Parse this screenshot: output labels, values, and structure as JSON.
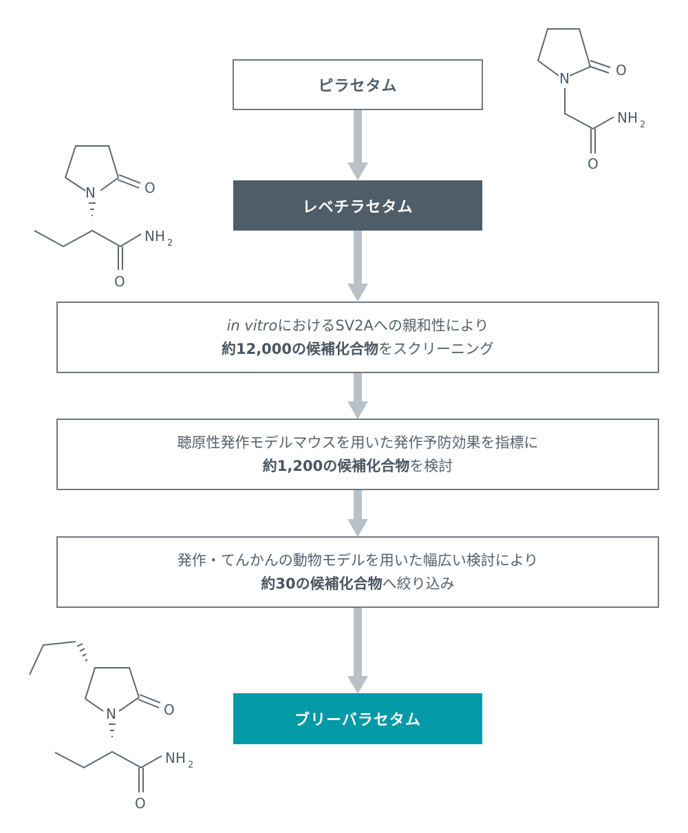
{
  "colors": {
    "outline_border": "#6f777d",
    "dark_box": "#4f5d69",
    "teal_box": "#039aa8",
    "arrow": "#b9c1c8",
    "text": "#4f5d68"
  },
  "steps": [
    {
      "label": "ピラセタム"
    },
    {
      "label": "レベチラセタム"
    },
    {
      "line1_italic": "in vitro",
      "line1_rest": "におけるSV2Aへの親和性により",
      "line2_bold": "約12,000の候補化合物",
      "line2_rest": "をスクリーニング"
    },
    {
      "line1_rest": "聴原性発作モデルマウスを用いた発作予防効果を指標に",
      "line2_bold": "約1,200の候補化合物",
      "line2_rest": "を検討"
    },
    {
      "line1_rest": "発作・てんかんの動物モデルを用いた幅広い検討により",
      "line2_bold": "約30の候補化合物",
      "line2_rest": "へ絞り込み"
    },
    {
      "label": "ブリーバラセタム"
    }
  ],
  "molecules": {
    "piracetam": {
      "atoms": {
        "n": "N",
        "o_ring": "O",
        "nh2": "NH",
        "nh2_sub": "2",
        "o_amide": "O"
      }
    },
    "levetiracetam": {
      "atoms": {
        "n": "N",
        "o_ring": "O",
        "nh2": "NH",
        "nh2_sub": "2",
        "o_amide": "O"
      }
    },
    "brivaracetam": {
      "atoms": {
        "n": "N",
        "o_ring": "O",
        "nh2": "NH",
        "nh2_sub": "2",
        "o_amide": "O"
      }
    }
  }
}
